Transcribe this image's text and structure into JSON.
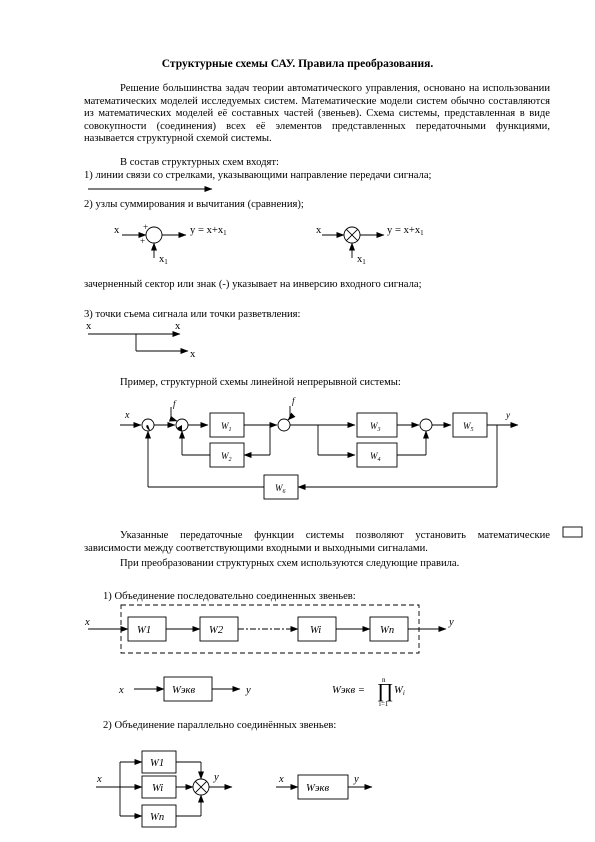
{
  "title": "Структурные схемы САУ. Правила преобразования.",
  "intro": "Решение большинства задач теории автоматического управления, основано на использовании математических моделей исследуемых систем. Математические модели систем обычно составляются из математических моделей её составных частей (звеньев). Схема системы, представленная в виде совокупности (соединения) всех её элементов представленных передаточными функциями, называется структурной схемой системы.",
  "consists": "В состав структурных схем входят:",
  "item1": "1)  линии связи со стрелками, указывающими  направление передачи сигнала;",
  "item2": "2) узлы суммирования и вычитания (сравнения);",
  "sum_node": {
    "x": "x",
    "x1": "x",
    "x1_sub": "1",
    "y": "y = x+x",
    "y_sub": "1",
    "plus_top": "+",
    "plus_left": "+"
  },
  "sector_note": "зачерненный сектор или знак (-) указывает на инверсию входного сигнала;",
  "item3": "3) точки съема сигнала или точки разветвления:",
  "branch": {
    "x_in": "x",
    "x_out1": "x",
    "x_out2": "x"
  },
  "example": "Пример, структурной схемы линейной непрерывной системы:",
  "example_labels": {
    "x": "x",
    "f1": "f",
    "f2": "f",
    "y": "y",
    "W1": "W",
    "W1_sub": "1",
    "W2": "W",
    "W2_sub": "2",
    "W3": "W",
    "W3_sub": "3",
    "W4": "W",
    "W4_sub": "4",
    "W5": "W",
    "W5_sub": "5",
    "W6": "W",
    "W6_sub": "6"
  },
  "para2": "Указанные передаточные функции системы  позволяют установить математические зависимости между соответствующими входными и выходными сигналами.",
  "para3": "При преобразовании структурных схем используются следующие правила.",
  "rule1": "1)   Объединение последовательно соединенных звеньев:",
  "series": {
    "x": "x",
    "y": "y",
    "blocks": [
      "W1",
      "W2",
      "Wi",
      "Wn"
    ]
  },
  "equiv": {
    "x": "x",
    "y": "y",
    "block": "Wэкв"
  },
  "formula": {
    "lhs": "Wэкв = ",
    "upper": "n",
    "lower": "i=1",
    "prod": "∏",
    "term": "W",
    "term_sub": "i"
  },
  "rule2": "2)   Объединение параллельно соединённых звеньев:",
  "parallel": {
    "x": "x",
    "y": "y",
    "blocks": [
      "W1",
      "Wi",
      "Wn"
    ]
  },
  "equiv2": {
    "x": "x",
    "y": "y",
    "block": "Wэкв"
  }
}
